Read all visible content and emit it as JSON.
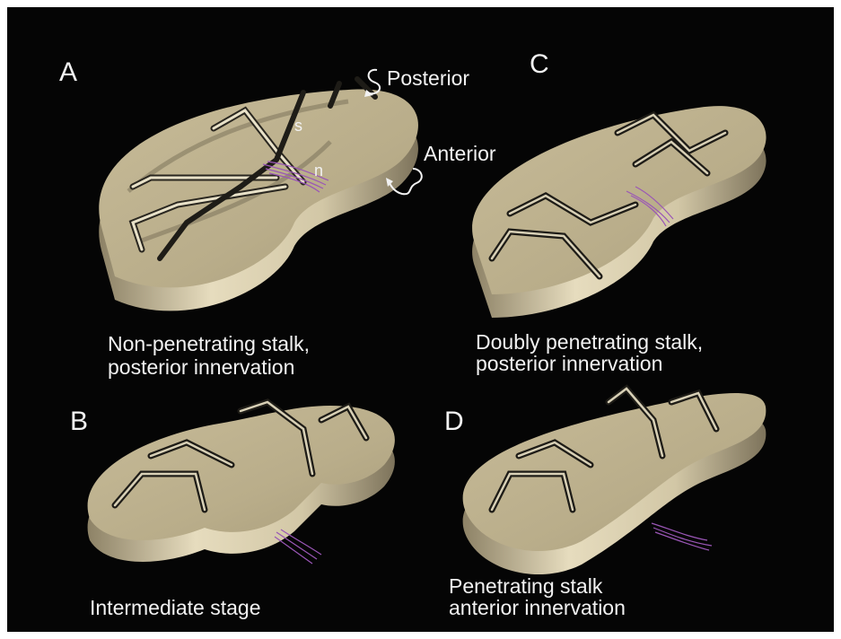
{
  "panels": {
    "a": {
      "letter": "A",
      "caption_line1": "Non-penetrating stalk,",
      "caption_line2": "posterior innervation"
    },
    "b": {
      "letter": "B",
      "caption_line1": "Intermediate stage"
    },
    "c": {
      "letter": "C",
      "caption_line1": "Doubly penetrating stalk,",
      "caption_line2": "posterior innervation"
    },
    "d": {
      "letter": "D",
      "caption_line1": "Penetrating stalk",
      "caption_line2": "anterior innervation"
    }
  },
  "annotations": {
    "posterior": "Posterior",
    "anterior": "Anterior",
    "stalk_label": "s",
    "nerve_label": "n"
  },
  "colors": {
    "background": "#050505",
    "text": "#f2f2f2",
    "disc_top": "#c9bd9b",
    "disc_side": "#dcd2b2",
    "tube": "#cfc7ae",
    "nerve": "#9a56b6"
  }
}
